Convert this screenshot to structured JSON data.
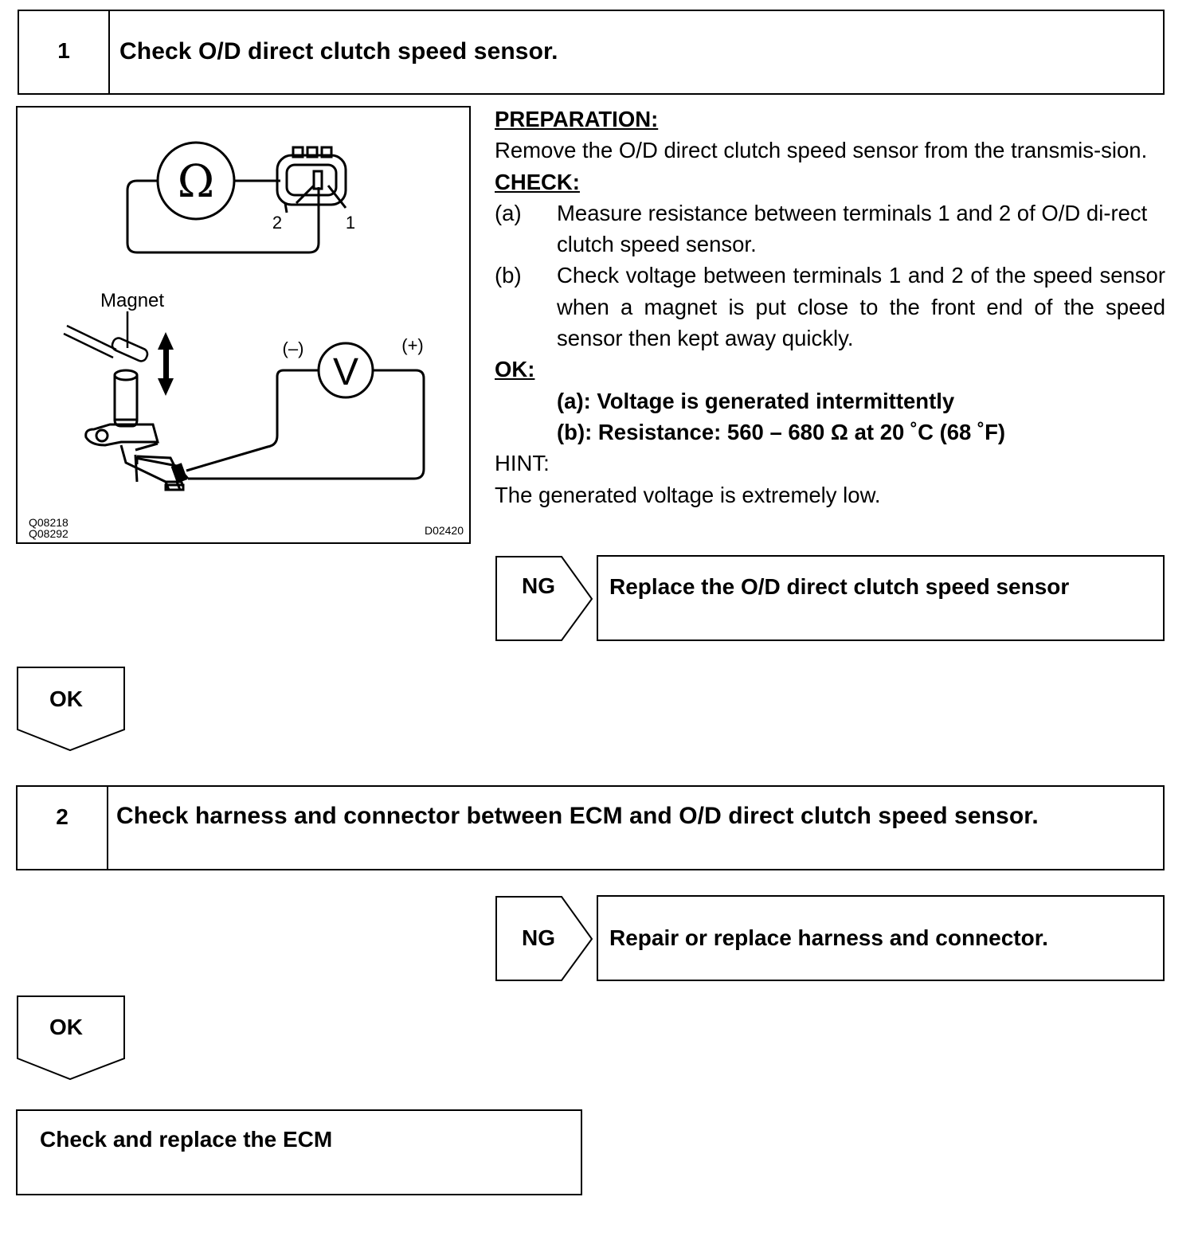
{
  "step1": {
    "number": "1",
    "title": "Check O/D direct clutch speed sensor."
  },
  "figure": {
    "ohm_symbol": "Ω",
    "volt_symbol": "V",
    "terminal_2": "2",
    "terminal_1": "1",
    "magnet_label": "Magnet",
    "minus_label": "(–)",
    "plus_label": "(+)",
    "code_left_1": "Q08218",
    "code_left_2": "Q08292",
    "code_right": "D02420"
  },
  "instructions": {
    "preparation_heading": "PREPARATION:",
    "preparation_text": "Remove the O/D direct clutch speed sensor from the transmis-sion.",
    "check_heading": "CHECK:",
    "check_items": [
      {
        "label": "(a)",
        "text": "Measure resistance between terminals 1 and 2 of O/D di-rect clutch speed sensor."
      },
      {
        "label": "(b)",
        "text": "Check voltage between terminals 1 and 2 of the speed sensor when a magnet is put close to the front end of the speed sensor then kept away quickly."
      }
    ],
    "ok_heading": "OK:",
    "ok_lines": [
      "(a): Voltage is generated intermittently",
      "(b): Resistance: 560 – 680 Ω at 20 ˚C (68 ˚F)"
    ],
    "hint_heading": "HINT:",
    "hint_text": "The generated voltage is extremely low."
  },
  "ng1": {
    "label": "NG",
    "result": "Replace the O/D direct clutch speed sensor"
  },
  "ok1": {
    "label": "OK"
  },
  "step2": {
    "number": "2",
    "title": "Check harness and connector between ECM and O/D direct clutch speed sensor."
  },
  "ng2": {
    "label": "NG",
    "result": "Repair or replace harness and connector."
  },
  "ok2": {
    "label": "OK"
  },
  "final": {
    "text": "Check and replace the ECM"
  }
}
